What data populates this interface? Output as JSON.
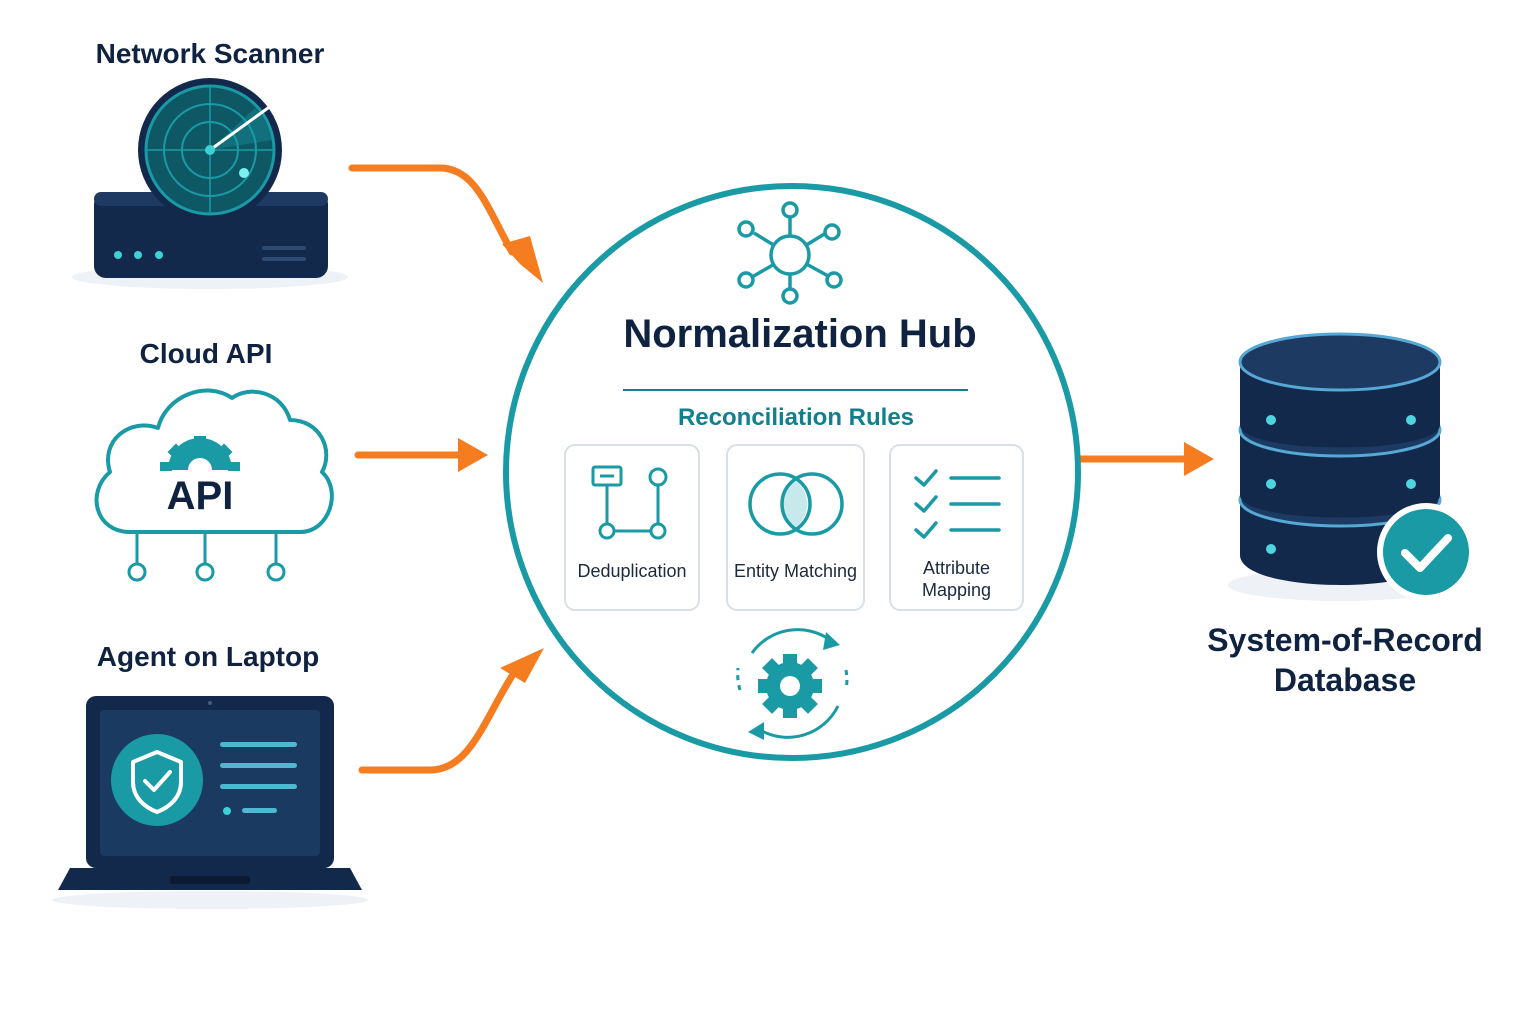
{
  "sources": [
    {
      "id": "network-scanner",
      "label": "Network Scanner",
      "icon": "radar-server-icon"
    },
    {
      "id": "cloud-api",
      "label": "Cloud API",
      "icon": "cloud-api-icon",
      "icon_text": "API"
    },
    {
      "id": "agent-laptop",
      "label": "Agent on Laptop",
      "icon": "laptop-shield-icon"
    }
  ],
  "hub": {
    "title": "Normalization Hub",
    "icon": "network-hub-icon",
    "rules_title": "Reconciliation Rules",
    "rules": [
      {
        "label": "Deduplication",
        "icon": "dedup-flow-icon"
      },
      {
        "label": "Entity Matching",
        "icon": "venn-overlap-icon"
      },
      {
        "label_lines": [
          "Attribute",
          "Mapping"
        ],
        "icon": "checklist-icon"
      }
    ],
    "cycle_icon": "gear-cycle-icon"
  },
  "target": {
    "label_lines": [
      "System-of-Record",
      "Database"
    ],
    "icon": "database-check-icon"
  },
  "colors": {
    "navy": "#13294b",
    "teal": "#1a9aa5",
    "orange": "#f57c1f",
    "text": "#0f2240"
  }
}
